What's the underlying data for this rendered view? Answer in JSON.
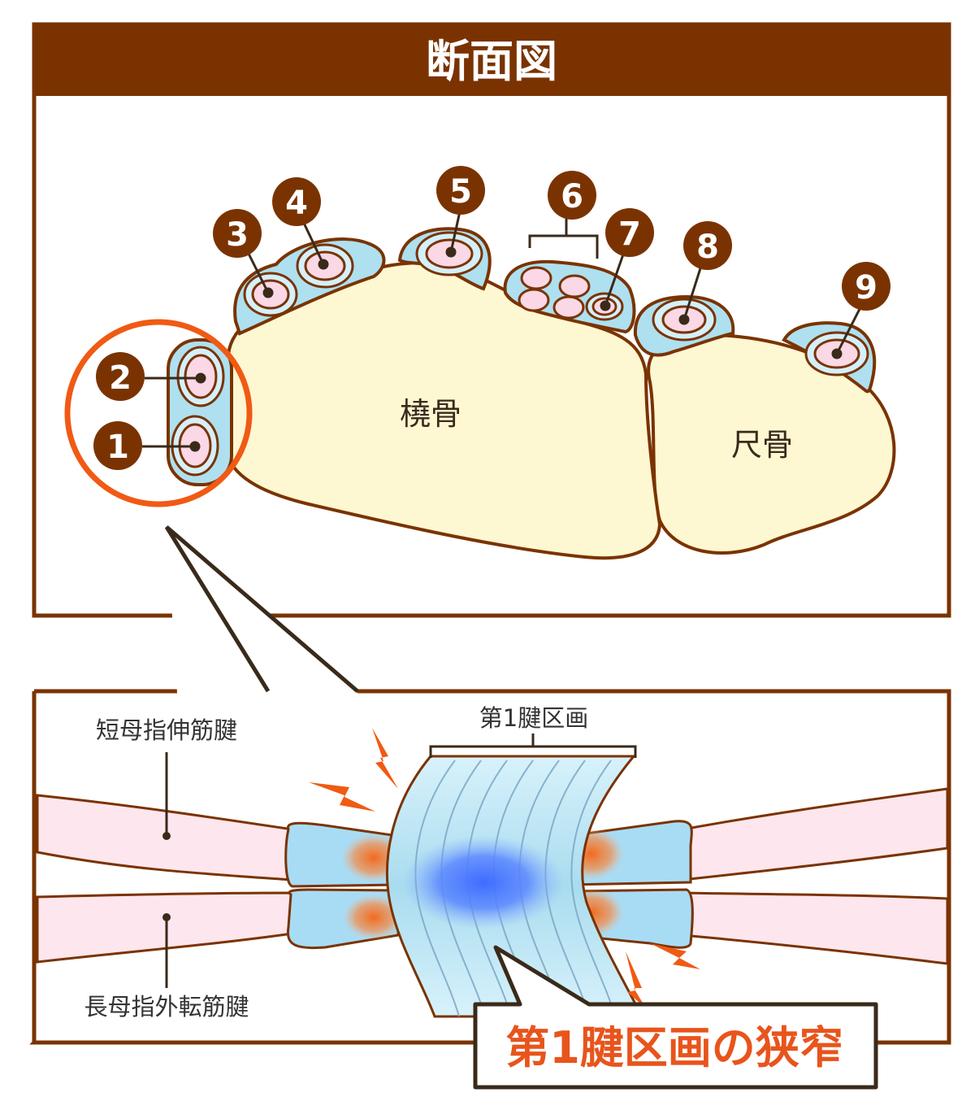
{
  "title": "断面図",
  "bones": {
    "radius": "橈骨",
    "ulna": "尺骨"
  },
  "compartment_numbers": [
    "1",
    "2",
    "3",
    "4",
    "5",
    "6",
    "7",
    "8",
    "9"
  ],
  "lower_panel": {
    "compartment_label": "第1腱区画",
    "tendon_top_label": "短母指伸筋腱",
    "tendon_bottom_label": "長母指外転筋腱",
    "callout": "第1腱区画の狭窄"
  },
  "colors": {
    "frame_brown": "#7a3300",
    "highlight_orange": "#f05a14",
    "bone_fill": "#fdf7d2",
    "sheath_blue": "#aee0f0",
    "tendon_pink": "#fbd8e6"
  }
}
